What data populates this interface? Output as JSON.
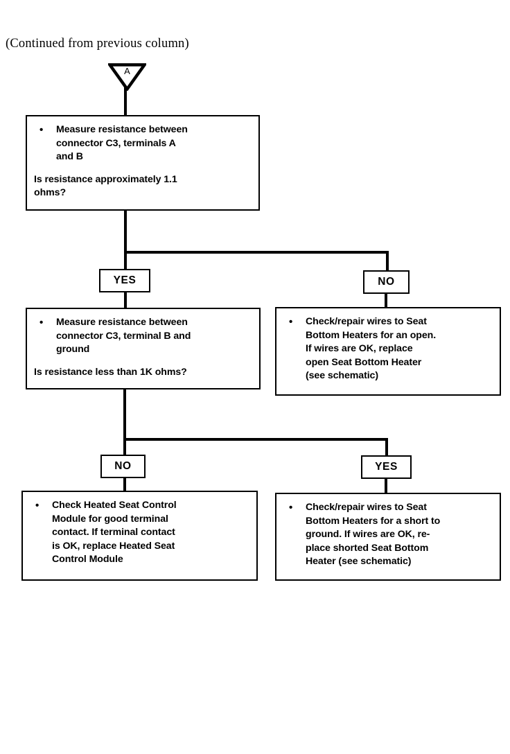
{
  "page": {
    "header_note": "(Continued from previous column)",
    "line_color": "#000000",
    "background": "#ffffff"
  },
  "connector": {
    "name": "off-page-connector-a",
    "label": "A",
    "shape": "inverted-triangle"
  },
  "boxes": [
    {
      "id": "box-measure-c3-a-b",
      "bullet": "•",
      "bullet_text": "Measure resistance between\nconnector C3, terminals A\nand B",
      "question": "Is resistance approximately 1.1\nohms?"
    },
    {
      "id": "box-measure-c3-b-ground",
      "bullet": "•",
      "bullet_text": "Measure resistance between\nconnector C3, terminal B and\nground",
      "question": "Is resistance less than 1K ohms?"
    },
    {
      "id": "box-check-open",
      "bullet": "•",
      "bullet_text": "Check/repair wires to Seat\nBottom Heaters for an open.\nIf wires are OK, replace\nopen Seat Bottom Heater\n(see schematic)",
      "question": ""
    },
    {
      "id": "box-check-module",
      "bullet": "•",
      "bullet_text": "Check Heated Seat Control\nModule for good terminal\ncontact. If terminal contact\nis OK, replace Heated Seat\nControl  Module",
      "question": ""
    },
    {
      "id": "box-check-short",
      "bullet": "•",
      "bullet_text": "Check/repair wires to Seat\nBottom Heaters for a short to\nground. If wires are OK, re-\nplace shorted Seat Bottom\nHeater (see schematic)",
      "question": ""
    }
  ],
  "decision_labels": [
    {
      "id": "decision-1-yes",
      "label": "YES"
    },
    {
      "id": "decision-1-no",
      "label": "NO"
    },
    {
      "id": "decision-2-no",
      "label": "NO"
    },
    {
      "id": "decision-2-yes",
      "label": "YES"
    }
  ]
}
